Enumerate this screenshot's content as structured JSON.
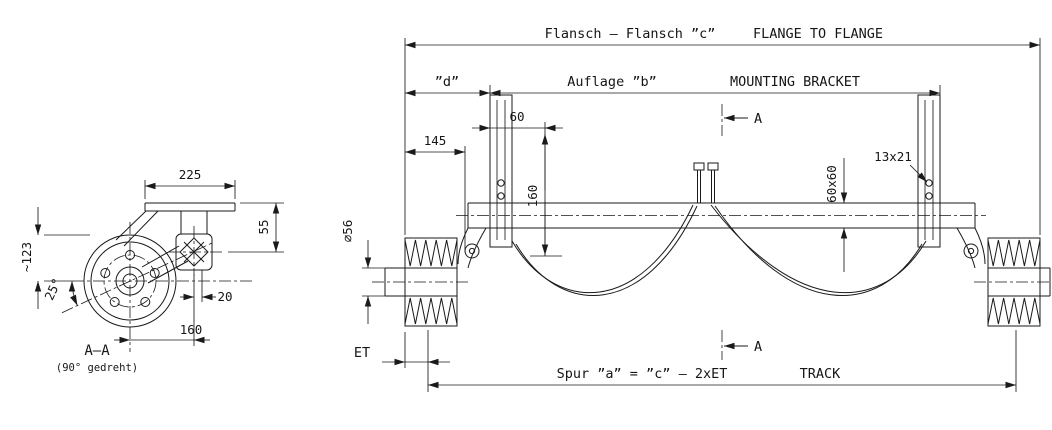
{
  "main_view": {
    "flange_de": "Flansch – Flansch ”c”",
    "flange_en": "FLANGE TO FLANGE",
    "dim_d": "”d”",
    "auflage_de": "Auflage ”b”",
    "auflage_en": "MOUNTING BRACKET",
    "dim_60": "60",
    "dim_145": "145",
    "dim_160": "160",
    "dia_56": "⌀56",
    "dim_60x60": "60x60",
    "dim_13x21": "13x21",
    "dim_et": "ET",
    "section_marker": "A",
    "track_de": "Spur ”a” = ”c” – 2xET",
    "track_en": "TRACK"
  },
  "section_view": {
    "dim_225": "225",
    "dim_123": "~123",
    "angle_25": "25°",
    "dim_20": "20",
    "dim_160": "160",
    "dim_55": "55",
    "label": "A–A",
    "note": "(90° gedreht)"
  },
  "colors": {
    "line": "#1a1a1a",
    "background": "#ffffff"
  }
}
